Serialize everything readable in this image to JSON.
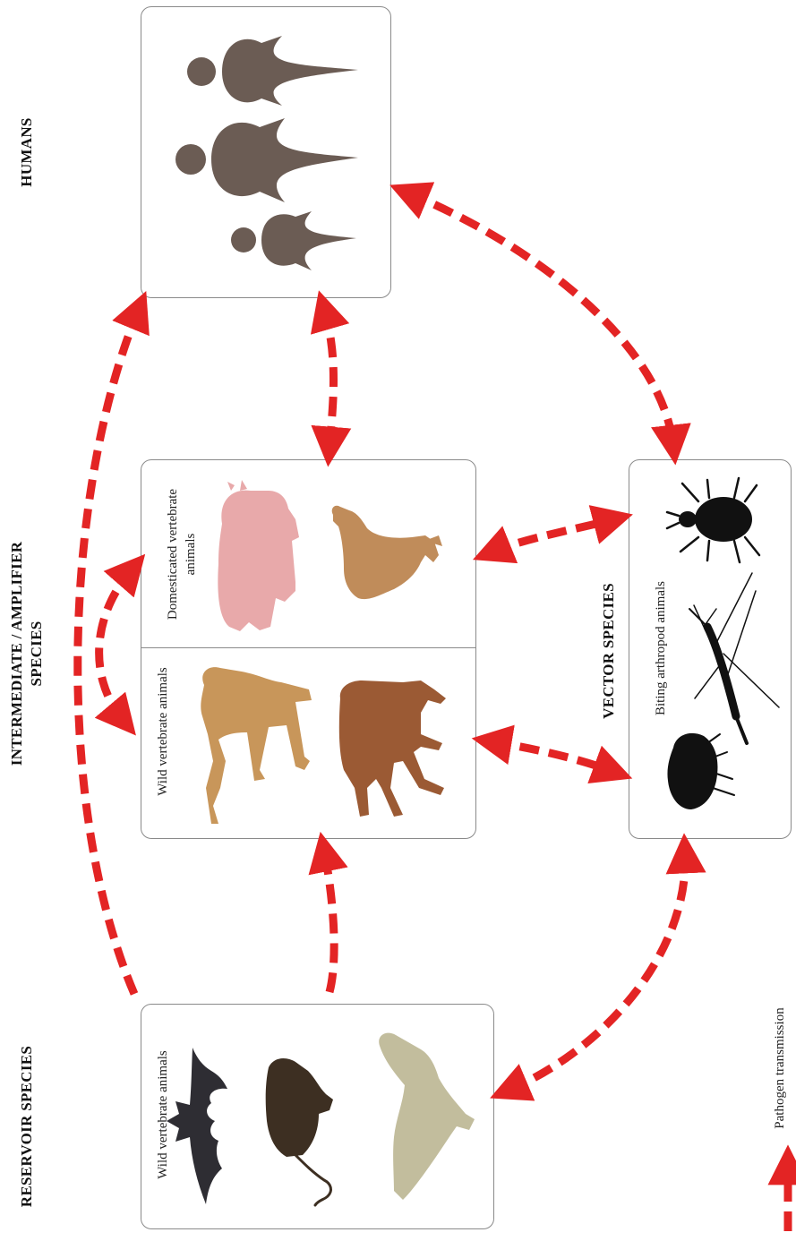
{
  "headings": {
    "humans": "HUMANS",
    "intermediate_line1": "INTERMEDIATE / AMPLIFIER",
    "intermediate_line2": "SPECIES",
    "reservoir": "RESERVOIR SPECIES",
    "vector": "VECTOR SPECIES"
  },
  "labels": {
    "domesticated_line1": "Domesticated vertebrate",
    "domesticated_line2": "animals",
    "wild_intermediate": "Wild vertebrate animals",
    "wild_reservoir": "Wild vertebrate animals",
    "biting": "Biting arthropod animals"
  },
  "legend": {
    "label": "Pathogen transmission"
  },
  "colors": {
    "arrow": "#e32424",
    "humans": "#6b5c54",
    "pig": "#e8a9aa",
    "chicken": "#c08c5a",
    "dog": "#c8965a",
    "cow": "#9b5a34",
    "bat": "#2e2d33",
    "rat": "#3d2f22",
    "goose": "#c2bd9d",
    "arthropod": "#111111"
  }
}
